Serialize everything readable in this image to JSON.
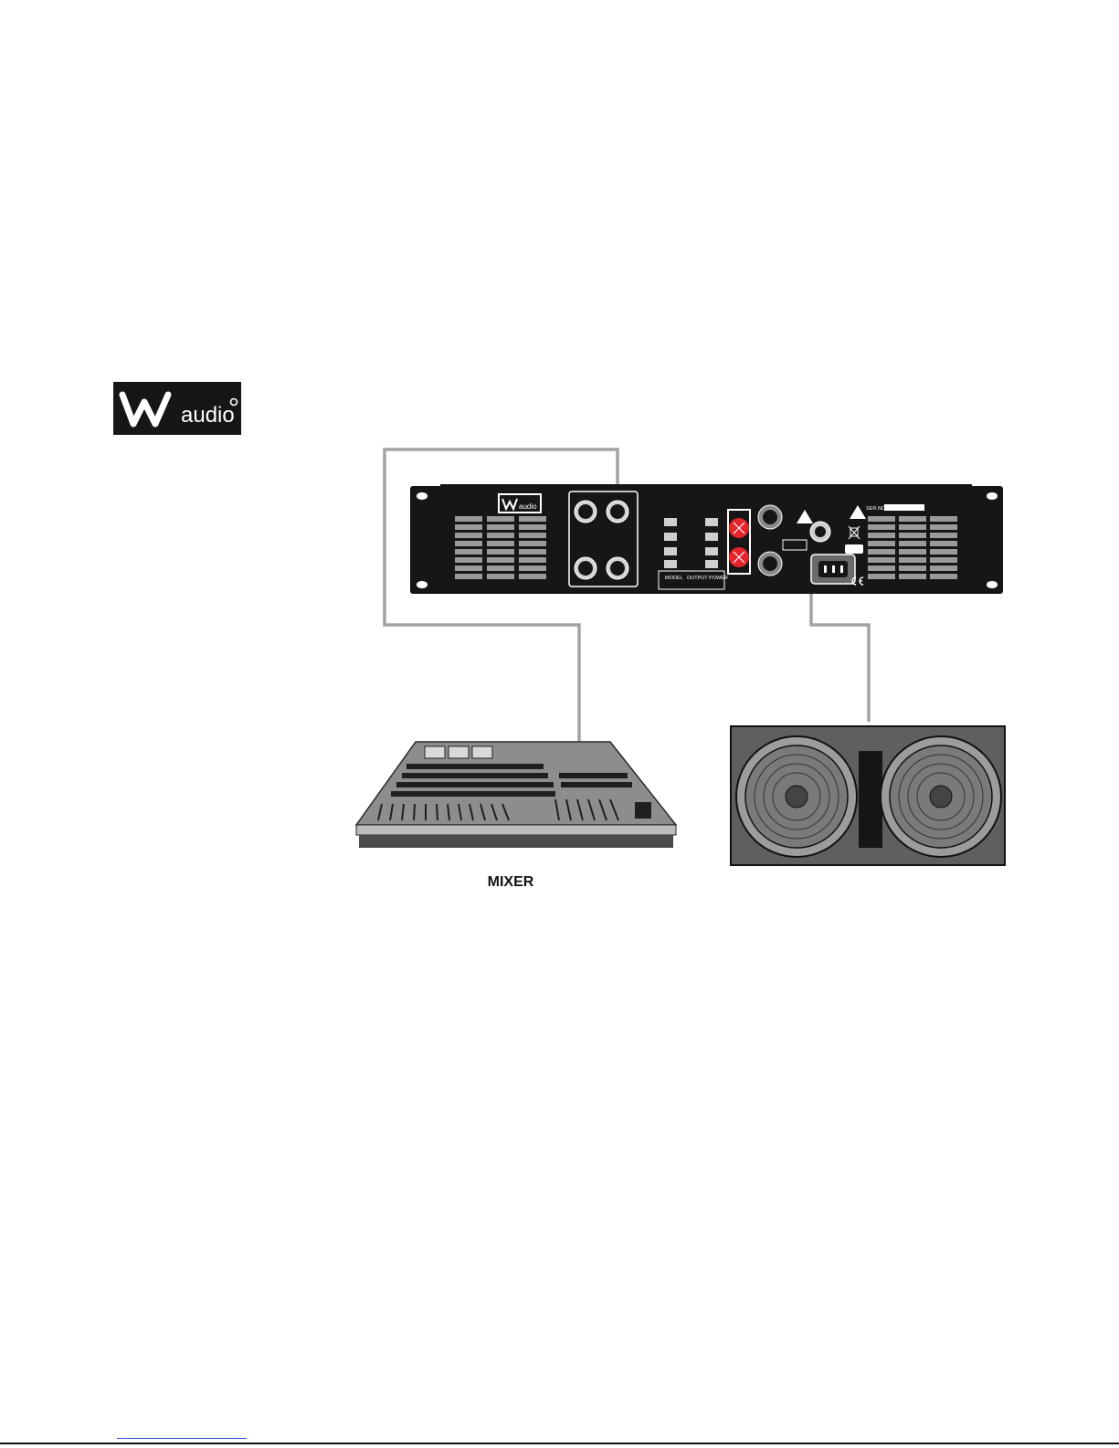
{
  "brand": {
    "logo_word": "audio",
    "logo_icon": "w-audio-logo"
  },
  "diagram": {
    "mixer_label": "MIXER",
    "amp_labels": {
      "model": "MODEL",
      "output_power": "OUTPUT POWER",
      "serial": "SER.NO."
    },
    "colors": {
      "cable": "#a3a3a3",
      "panel": "#161616",
      "binding_post": "#e3242b",
      "speaker_cabinet": "#5f5f5f"
    }
  }
}
